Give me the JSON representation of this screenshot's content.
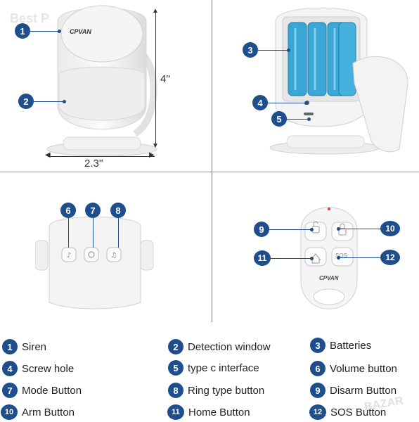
{
  "watermarks": {
    "top": "Best P",
    "bottom": "BAZAR"
  },
  "brand": "CPVAN",
  "dimensions": {
    "height": "4''",
    "width": "2.3''"
  },
  "remote_labels": {
    "sos": "SOS"
  },
  "legend": [
    {
      "num": "1",
      "label": "Siren"
    },
    {
      "num": "2",
      "label": "Detection window"
    },
    {
      "num": "3",
      "label": "Batteries"
    },
    {
      "num": "4",
      "label": "Screw hole"
    },
    {
      "num": "5",
      "label": "type c interface"
    },
    {
      "num": "6",
      "label": "Volume button"
    },
    {
      "num": "7",
      "label": "Mode Button"
    },
    {
      "num": "8",
      "label": "Ring type button"
    },
    {
      "num": "9",
      "label": "Disarm Button"
    },
    {
      "num": "10",
      "label": "Arm Button"
    },
    {
      "num": "11",
      "label": "Home Button"
    },
    {
      "num": "12",
      "label": "SOS Button"
    }
  ],
  "colors": {
    "badge": "#1f4e8c",
    "battery": "#3aa6d6",
    "device": "#f2f2f2"
  }
}
